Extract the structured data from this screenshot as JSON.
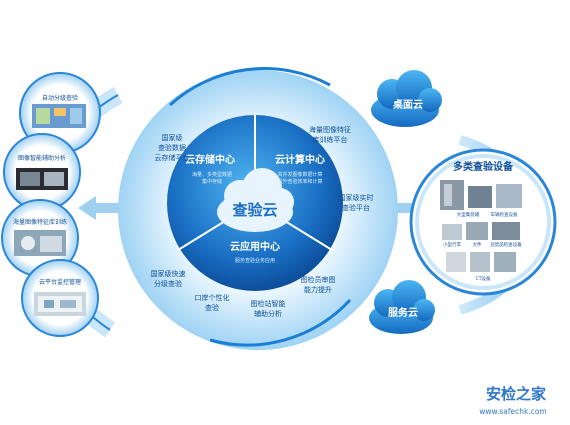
{
  "center": {
    "title": "查验云",
    "segments": [
      {
        "title": "云存储中心",
        "sub1": "海量、多类型数据",
        "sub2": "集中存储"
      },
      {
        "title": "云计算中心",
        "sub1": "高并发图像数据计算",
        "sub2": "提升查验效率和计算"
      },
      {
        "title": "云应用中心",
        "sub1": "服务查验业务应用",
        "sub2": ""
      }
    ]
  },
  "ring_labels": {
    "national_storage": [
      "国家级",
      "查验数据",
      "云存储平台"
    ],
    "image_feature": [
      "海量图像特征",
      "库训练平台"
    ],
    "realtime": [
      "国家级实时",
      "查验平台"
    ],
    "review": [
      "图检员审图",
      "能力提升"
    ],
    "assist": [
      "图检站智能",
      "辅助分析"
    ],
    "personal": [
      "口岸个性化",
      "查验"
    ],
    "tiered": [
      "国家级快速",
      "分级查验"
    ]
  },
  "left_items": [
    {
      "label": "自动分级查验"
    },
    {
      "label": "图像智能辅助分析"
    },
    {
      "label": "海量图像特征库训练"
    },
    {
      "label": "云平台监控管理"
    }
  ],
  "clouds": {
    "desktop": "桌面云",
    "service": "服务云"
  },
  "devices": {
    "title": "多类查验设备",
    "labels": [
      "大型集装箱",
      "车辆检查设备",
      "小型行李",
      "大件",
      "违禁品检查设备",
      "CT设备"
    ]
  },
  "watermark": {
    "brand": "安检之家",
    "url": "www.safechk.com"
  },
  "colors": {
    "primary": "#1a6fc4",
    "light": "#3ba7ea",
    "ring": "#d9eefb",
    "dark": "#0d4f9c"
  }
}
